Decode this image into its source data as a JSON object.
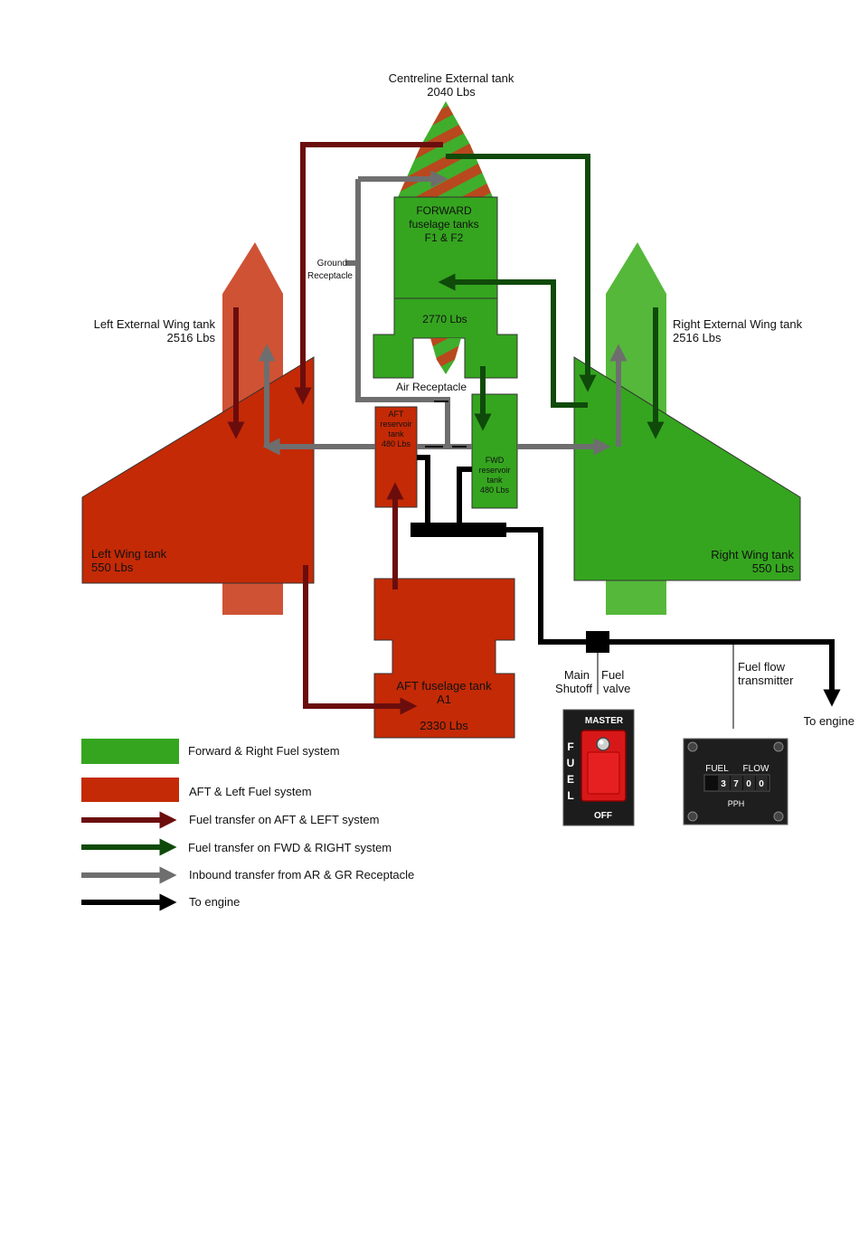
{
  "colors": {
    "forward_green": "#35a51f",
    "right_green_light": "#55b83a",
    "aft_red": "#c42a06",
    "ext_left_red": "#cf5235",
    "aft_left_arrow": "#6b0d0d",
    "fwd_right_arrow": "#0f4a0a",
    "inbound_arrow": "#6e6e6e",
    "engine_arrow": "#000000"
  },
  "tanks": {
    "centreline": {
      "name": "Centreline External tank",
      "capacity": "2040 Lbs"
    },
    "forward": {
      "line1": "FORWARD",
      "line2": "fuselage tanks",
      "line3": "F1 & F2",
      "capacity": "2770 Lbs"
    },
    "left_external": {
      "name": "Left External Wing tank",
      "capacity": "2516 Lbs"
    },
    "right_external": {
      "name": "Right External Wing tank",
      "capacity": "2516 Lbs"
    },
    "left_wing": {
      "name": "Left Wing tank",
      "capacity": "550 Lbs"
    },
    "right_wing": {
      "name": "Right Wing tank",
      "capacity": "550 Lbs"
    },
    "aft_reservoir": {
      "line1": "AFT",
      "line2": "reservoir",
      "line3": "tank",
      "capacity": "480 Lbs"
    },
    "fwd_reservoir": {
      "line1": "FWD",
      "line2": "reservoir",
      "line3": "tank",
      "capacity": "480 Lbs"
    },
    "aft_fuselage": {
      "name": "AFT fuselage tank",
      "id": "A1",
      "capacity": "2330 Lbs"
    }
  },
  "labels": {
    "ground_receptacle_1": "Ground",
    "ground_receptacle_2": "Receptacle",
    "air_receptacle": "Air Receptacle",
    "main_shutoff_1": "Main",
    "main_shutoff_2": "Shutoff",
    "fuel_valve_1": "Fuel",
    "fuel_valve_2": "valve",
    "fuel_flow_1": "Fuel flow",
    "fuel_flow_2": "transmitter",
    "to_engine": "To engine"
  },
  "master_switch": {
    "title": "MASTER",
    "letters": [
      "F",
      "U",
      "E",
      "L"
    ],
    "state": "OFF"
  },
  "fuel_flow_gauge": {
    "label_left": "FUEL",
    "label_right": "FLOW",
    "digits": [
      "3",
      "7",
      "0",
      "0"
    ],
    "unit": "PPH"
  },
  "legend": [
    {
      "label": "Forward & Right Fuel system",
      "kind": "swatch",
      "color": "#35a51f"
    },
    {
      "label": "AFT & Left Fuel system",
      "kind": "swatch",
      "color": "#c42a06"
    },
    {
      "label": "Fuel transfer on AFT & LEFT system",
      "kind": "arrow",
      "color": "#6b0d0d"
    },
    {
      "label": "Fuel transfer on FWD & RIGHT system",
      "kind": "arrow",
      "color": "#0f4a0a"
    },
    {
      "label": "Inbound transfer from AR & GR Receptacle",
      "kind": "arrow",
      "color": "#6e6e6e"
    },
    {
      "label": "To engine",
      "kind": "arrow",
      "color": "#000000"
    }
  ]
}
